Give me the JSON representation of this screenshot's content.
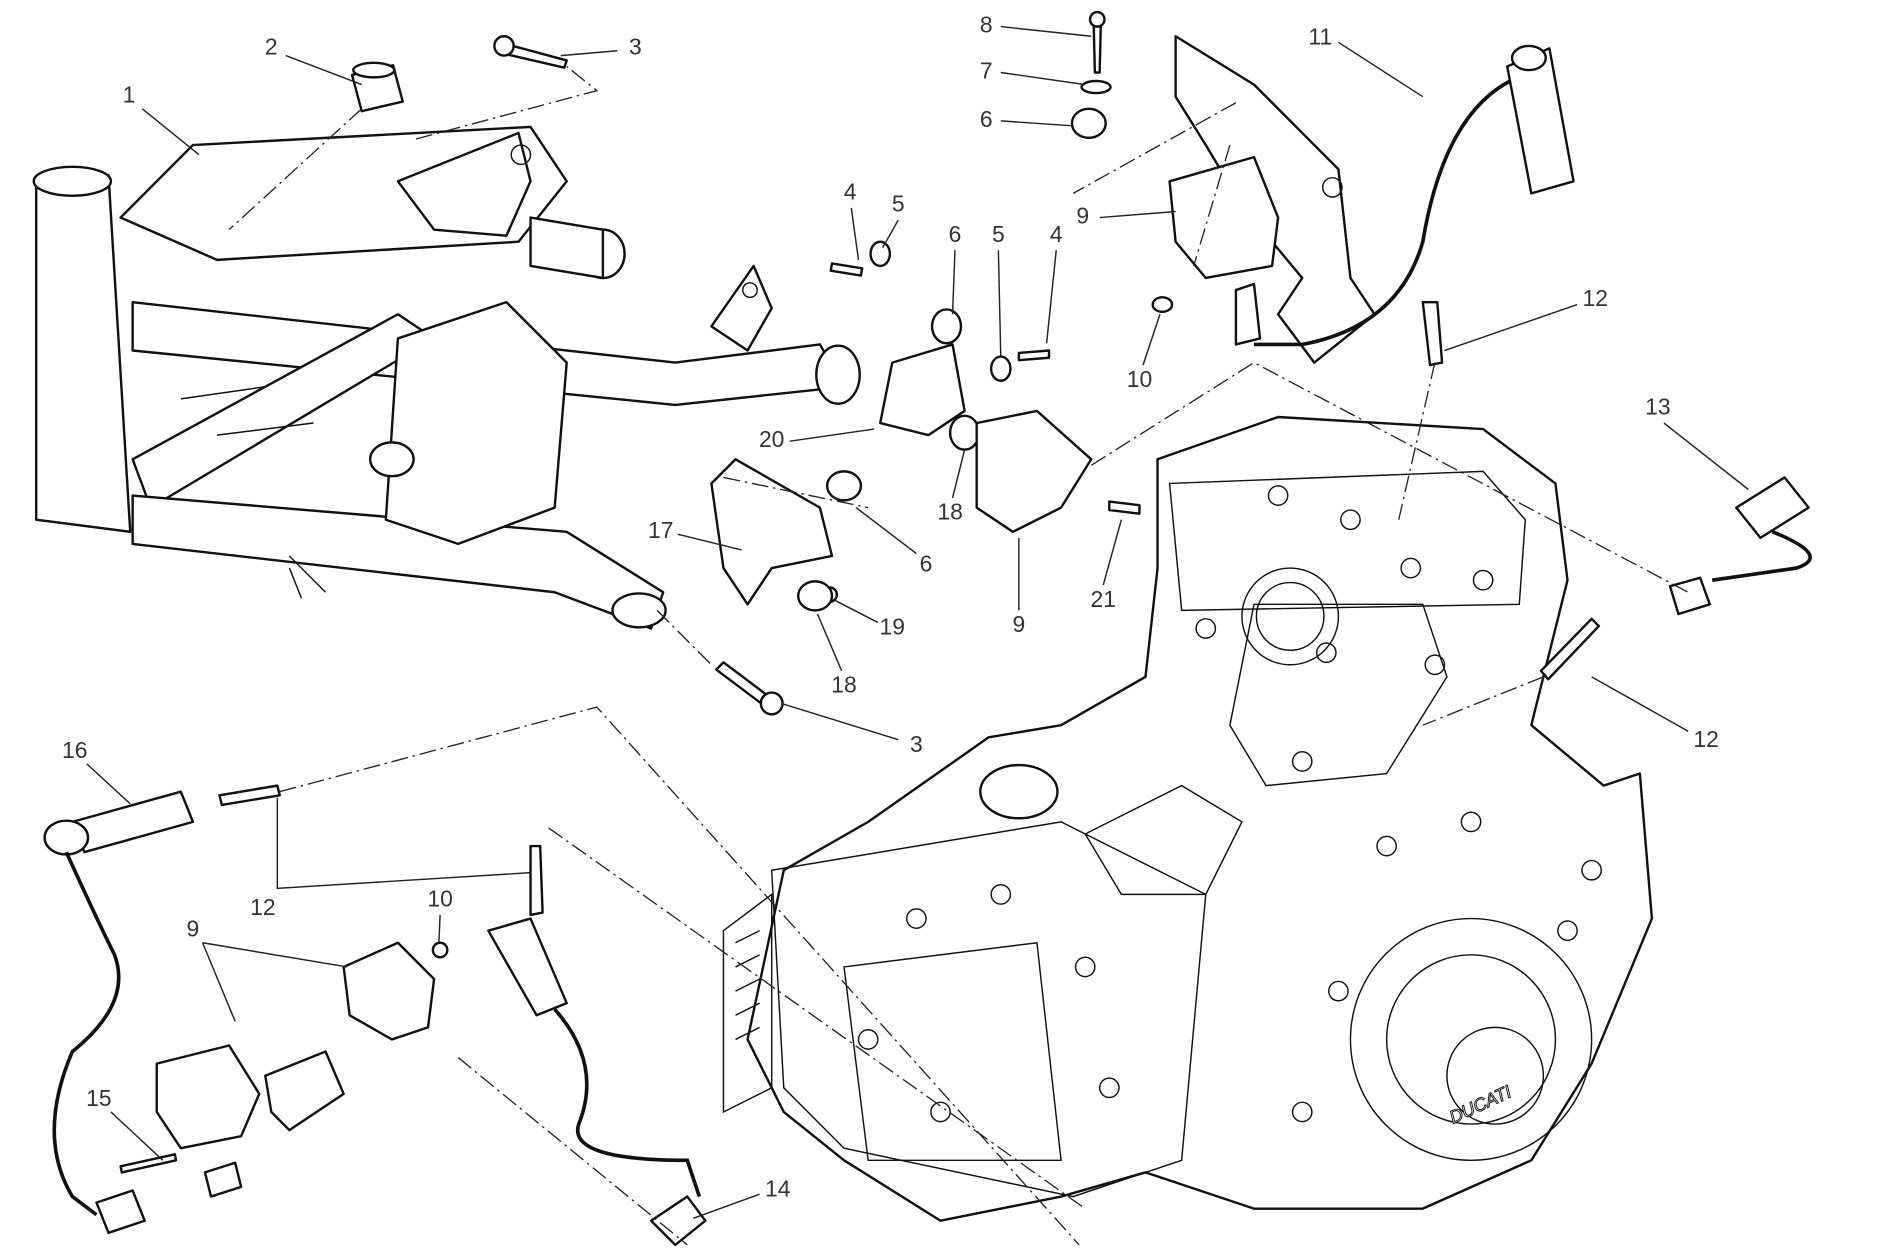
{
  "diagram": {
    "type": "exploded-parts-diagram",
    "callouts": [
      "1",
      "2",
      "3",
      "3",
      "4",
      "4",
      "5",
      "5",
      "6",
      "6",
      "6",
      "7",
      "8",
      "9",
      "9",
      "9",
      "10",
      "10",
      "11",
      "12",
      "12",
      "12",
      "13",
      "14",
      "15",
      "16",
      "17",
      "18",
      "18",
      "19",
      "20",
      "21"
    ],
    "engine_logo": "DUCATI"
  }
}
